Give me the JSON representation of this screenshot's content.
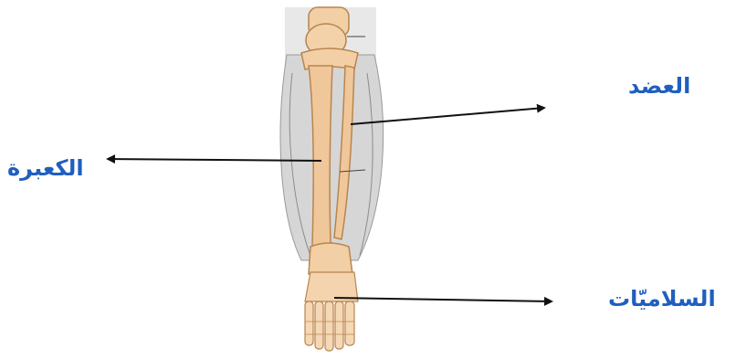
{
  "diagram": {
    "labels": {
      "right_top": "العضد",
      "left": "الكعبرة",
      "right_bottom": "السلاميّات"
    },
    "colors": {
      "label_text": "#1f5fbf",
      "arrow": "#111111",
      "bone_fill": "#f2cfa4",
      "bone_stroke": "#b9854f",
      "muscle_fill": "#d9d9d9",
      "muscle_stroke": "#9a9a9a"
    }
  }
}
